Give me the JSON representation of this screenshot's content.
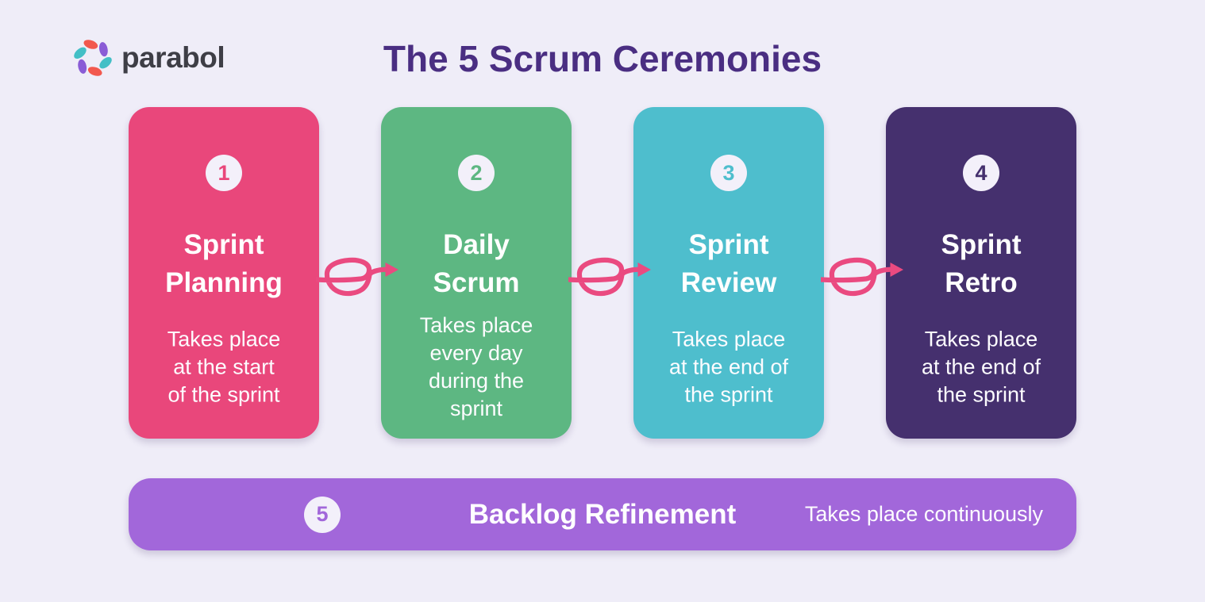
{
  "page": {
    "background": "#EFEDF8"
  },
  "logo": {
    "brand": "parabol",
    "icon_colors": {
      "coral": "#F2584E",
      "purple": "#8A5CD6",
      "teal": "#43BFC6"
    },
    "text_color": "#3E3E46"
  },
  "title": {
    "text": "The 5 Scrum Ceremonies",
    "color": "#4A2E82"
  },
  "cards": [
    {
      "number": "1",
      "title": "Sprint\nPlanning",
      "description": "Takes place\nat the start\nof the sprint",
      "color": "#E9477B"
    },
    {
      "number": "2",
      "title": "Daily\nScrum",
      "description": "Takes place\nevery day\nduring the\nsprint",
      "color": "#5DB782"
    },
    {
      "number": "3",
      "title": "Sprint\nReview",
      "description": "Takes place\nat the end of\nthe sprint",
      "color": "#4EBECD"
    },
    {
      "number": "4",
      "title": "Sprint\nRetro",
      "description": "Takes place\nat the end of\nthe sprint",
      "color": "#45306E"
    }
  ],
  "arrow_color": "#EA4A80",
  "bottom_bar": {
    "number": "5",
    "title": "Backlog Refinement",
    "subtitle": "Takes place continuously",
    "color": "#A267DA"
  }
}
